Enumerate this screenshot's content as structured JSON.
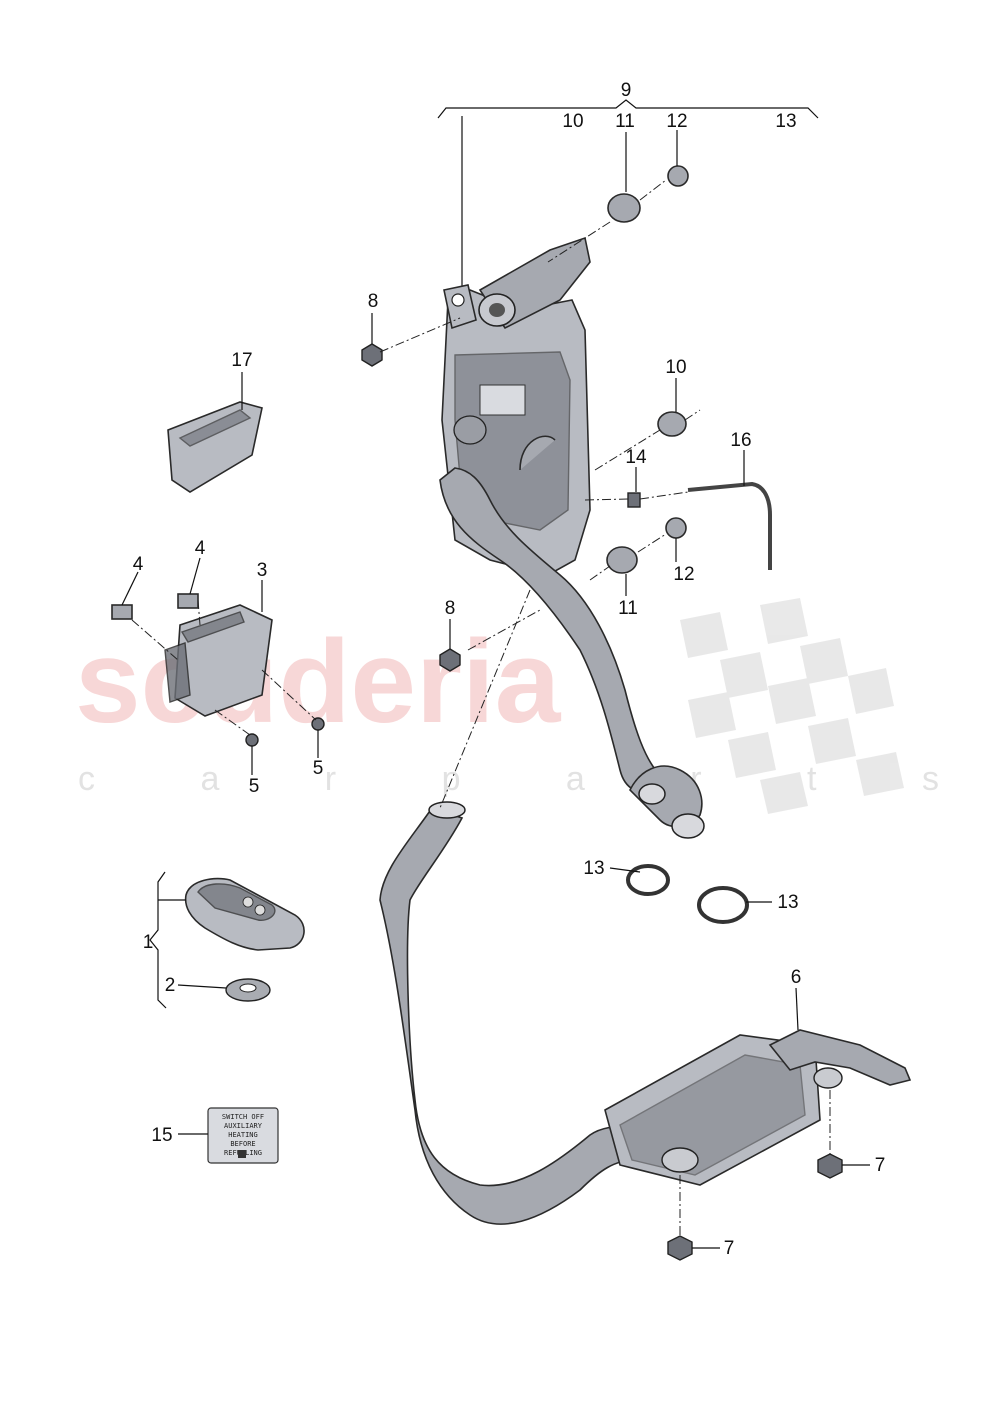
{
  "watermark": {
    "main": "scuderia",
    "sub": "c a r p a r t s",
    "color": "#f2b7b7"
  },
  "callouts": {
    "c1": "1",
    "c2": "2",
    "c3": "3",
    "c4a": "4",
    "c4b": "4",
    "c5a": "5",
    "c5b": "5",
    "c6": "6",
    "c7a": "7",
    "c7b": "7",
    "c8a": "8",
    "c8b": "8",
    "c9": "9",
    "c10a": "10",
    "c10b": "10",
    "c11a": "11",
    "c11b": "11",
    "c12a": "12",
    "c12b": "12",
    "c13a": "13",
    "c13b": "13",
    "c13c": "13",
    "c14": "14",
    "c15": "15",
    "c16": "16",
    "c17": "17"
  },
  "label_plate": {
    "line1": "SWITCH OFF",
    "line2": "AUXILIARY",
    "line3": "HEATING",
    "line4": "BEFORE",
    "line5": "REFUELING"
  }
}
